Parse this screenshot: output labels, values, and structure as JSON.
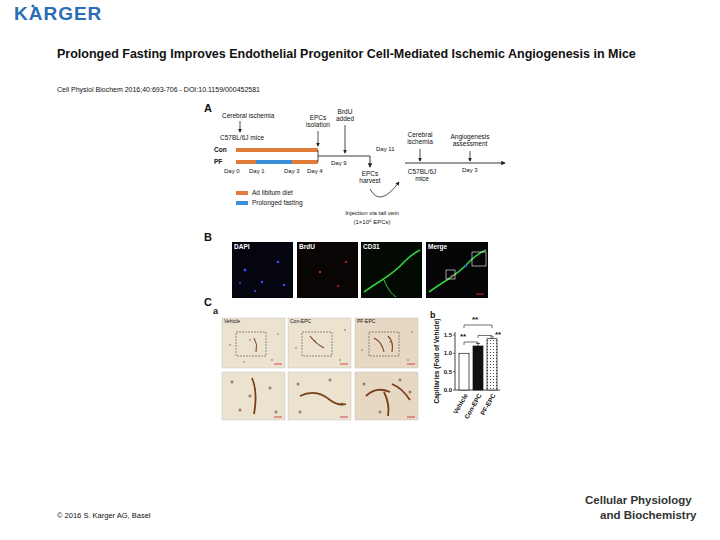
{
  "diagram": {
    "title": "Prolonged Fasting Improves Endothelial Progenitor Cell-Mediated Ischemic Angiogenesis in Mice",
    "labels": [
      "KARGER",
      "Cell Physiol Biochem 2016;40:693-706 - DOI:10.1159/000452581",
      "A",
      "Cerebral ischemia",
      "C57BL/6J mice",
      "Con",
      "PF",
      "Day 0",
      "Day 1",
      "Day 3",
      "Day 4",
      "EPCs isolation",
      "BrdU added",
      "Day 9",
      "Day 11",
      "Cerebral ischemia",
      "EPCs harvest",
      "C57BL/6J mice",
      "Injection via tail vein",
      "(1×10⁶ EPCs)",
      "Angiogenesis assessment",
      "Day 3",
      "B",
      "DAPI",
      "BrdU",
      "CD31",
      "Merge",
      "C",
      "a",
      "Vehicle",
      "Con-EPC",
      "PF-EPC",
      "b",
      "**",
      "**",
      "**",
      "1.5",
      "1.0",
      "0.5",
      "0.0",
      "Capillaries (Fold of Vehicle)",
      "Vehicle",
      "Con-EPC",
      "PF-EPC",
      "© 2016 S. Karger AG, Basel",
      "Cellular Physiology",
      "and Biochemistry"
    ],
    "legend": [
      {
        "text": "Ad libitum diet",
        "color": "#e07b39"
      },
      {
        "text": "Prolonged fasting",
        "color": "#3a8fd8"
      }
    ]
  }
}
